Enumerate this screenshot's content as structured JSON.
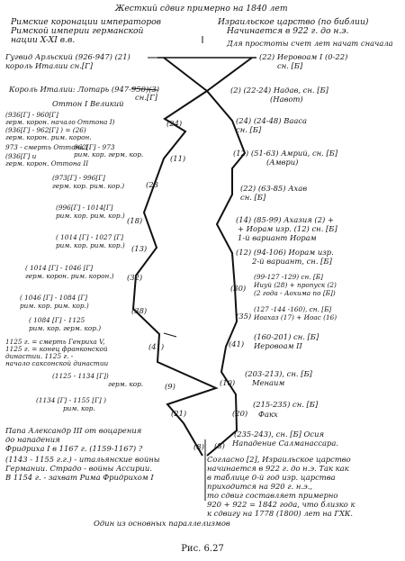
{
  "header": {
    "title": "Жесткий сдвиг примерно на 1840 лет",
    "left": [
      "Римские коронации императоров",
      "Римской империи германской",
      "нации  X-XI в.в."
    ],
    "right": [
      "Израильское царство (по библии)",
      "Начинается в 922 г. до н.э."
    ],
    "note": "Для простоты счет лет начат сначала"
  },
  "left_labels": [
    [
      "Гугвид Арльский (926-947) (21)",
      "король Италии  сн.[Г]"
    ],
    [
      "Король Италии: Лотарь (947-950)(3)",
      "сн.[Г]"
    ],
    [
      "Оттон I Великий"
    ],
    [
      "(936[Г] - 960[Г]",
      "герм. корон. начало Оттона I)"
    ],
    [
      "(936[Г] - 962[Г] ) = (26)",
      "герм. корон.  рим. корон."
    ],
    [
      "973 - смерть Оттона I"
    ],
    [
      "962[Г] - 973",
      "рим. кор. герм. кор."
    ],
    [
      "(936[Г] и",
      "герм. корон. Оттона II"
    ],
    [
      "(973[Г] - 996[Г]",
      "герм. кор. рим. кор.)"
    ],
    [
      "(996[Г] - 1014[Г]",
      "рим. кор.  рим. кор.)"
    ],
    [
      "( 1014 [Г] - 1027 [Г]",
      "рим. кор.  рим. кор.)"
    ],
    [
      "( 1014 [Г] - 1046 [Г]",
      "герм. корон. рим. корон.)"
    ],
    [
      "( 1046 [Г] - 1084 [Г]",
      "рим. кор.  рим. кор.)"
    ],
    [
      "( 1084 [Г] - 1125",
      "рим. кор.  герм. кор.)"
    ],
    [
      "1125 г. = смерть Генриха V,",
      "1125 г. = конец франконской",
      "династии. 1125 г. -",
      "начало саксонской династии"
    ],
    [
      "(1125 - 1134 [Г])",
      "герм. кор."
    ],
    [
      "(1134 [Г] - 1155 [Г] )",
      "рим. кор."
    ],
    [
      "Папа Александр III от воцарения",
      "до нападения",
      "Фридриха I в 1167 г. (1159-1167) ?"
    ],
    [
      "(1143 - 1155 г.г.) - итальянские войны",
      "Германии. Страдо - войны Ассирии.",
      "В 1154 г. - захват Рима Фридрихом I"
    ]
  ],
  "left_nums": [
    "(24)",
    "(11)",
    "(23",
    "(18)",
    "(13)",
    "(32)",
    "(38)",
    "(41)",
    "(9)",
    "(21)",
    "(8)"
  ],
  "right_labels": [
    [
      "(22) Иеровоам I (0-22)",
      "сн. [Б]"
    ],
    [
      "(2) (22-24) Надав, сн. [Б]",
      "(Навот)"
    ],
    [
      "(24) (24-48) Вааса",
      "сн. [Б]"
    ],
    [
      "(12) (51-63) Амрий, сн. [Б]",
      "(Амври)"
    ],
    [
      "(22) (63-85) Ахав",
      "сн. [Б]"
    ],
    [
      "(14) (85-99) Ахазия (2) +",
      "+ Иорам изр. (12) сн. [Б]",
      "1-й вариант  Иорам"
    ],
    [
      "(12) (94-106) Иорам изр.",
      "2-й вариант, сн. [Б]"
    ],
    [
      "(99-127 -129) сн. [Б]",
      "Ииуй (28) + пропуск (2)",
      "(2 года - Аохима по [Б])"
    ],
    [
      "(127 -144 -160), сн. [Б]",
      "Иоахаз (17) + Иоас (16)"
    ],
    [
      "(160-201) сн. [Б]",
      "Иеровоам II"
    ],
    [
      "(203-213), сн. [Б]",
      "Менаим"
    ],
    [
      "(215-235) сн. [Б]",
      "Факх"
    ],
    [
      "(235-243), сн. [Б] Осия",
      "Нападение Салманассара."
    ]
  ],
  "right_nums": [
    "(30)",
    "(35)",
    "(41)",
    "(10)",
    "(20)",
    "(8)"
  ],
  "note_bottom": [
    "Согласно [2], Израильское царство",
    "начинается в 922 г. до н.э. Так как",
    "в таблице 0-й год изр. царства",
    "приходится на 920 г. н.э.,",
    "то сдвиг составляет примерно",
    "920 + 922 = 1842 года, что близко к",
    "к сдвигу на 1778 (1800) лет на ГХК."
  ],
  "footer": [
    "Один из основных  параллелизмов"
  ],
  "caption": "Рис. 6.27"
}
